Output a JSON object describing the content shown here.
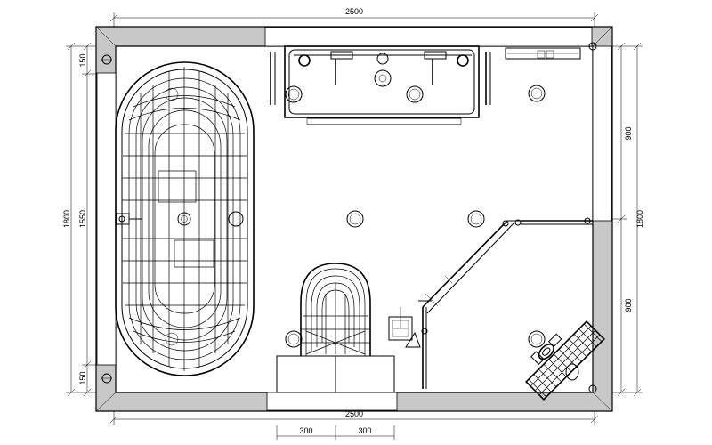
{
  "dimensions": {
    "top_width": "2500",
    "bottom_width": "2500",
    "bottom_left_segment": "300",
    "bottom_right_segment": "300",
    "left_top_offset": "150",
    "left_bottom_offset": "150",
    "left_inner_length": "1550",
    "left_total_length": "1800",
    "right_upper_segment": "900",
    "right_lower_segment": "900",
    "right_total_length": "1800"
  },
  "colors": {
    "wall_fill": "#c8c8c8",
    "line": "#000000",
    "background": "#ffffff"
  },
  "fixtures": [
    "bathtub",
    "double-vanity",
    "shelf",
    "toilet",
    "shower-enclosure",
    "shower-drain",
    "shower-head"
  ]
}
